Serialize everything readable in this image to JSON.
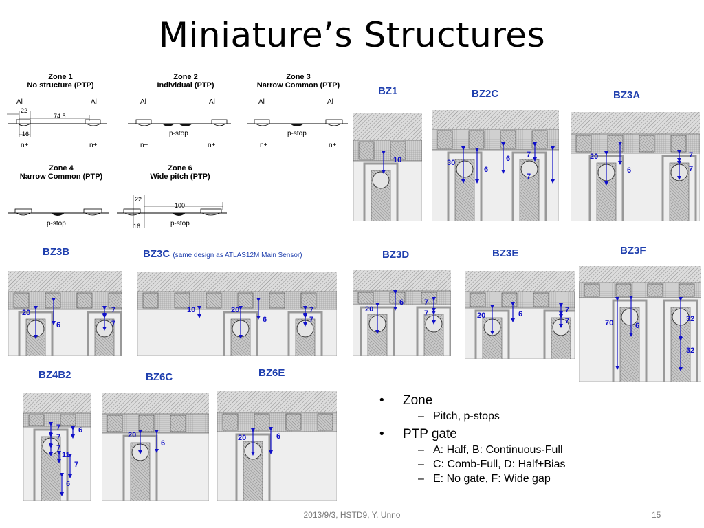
{
  "slide": {
    "title": "Miniature’s Structures",
    "footer": "2013/9/3, HSTD9, Y. Unno",
    "page_number": "15"
  },
  "zones": [
    {
      "title": "Zone 1",
      "subtitle": "No structure (PTP)"
    },
    {
      "title": "Zone 2",
      "subtitle": "Individual (PTP)"
    },
    {
      "title": "Zone 3",
      "subtitle": "Narrow Common (PTP)"
    },
    {
      "title": "Zone 4",
      "subtitle": "Narrow Common (PTP)"
    },
    {
      "title": "Zone 6",
      "subtitle": "Wide pitch (PTP)"
    }
  ],
  "zone_labels": {
    "al": "Al",
    "nplus": "n+",
    "pstop": "p-stop",
    "dim_22": "22",
    "dim_745": "74.5",
    "dim_16": "16",
    "dim_100": "100"
  },
  "bz": {
    "bz1": {
      "label": "BZ1",
      "dims": [
        "10"
      ]
    },
    "bz2c": {
      "label": "BZ2C",
      "dims": [
        "30",
        "6",
        "6",
        "7",
        "7"
      ]
    },
    "bz3a": {
      "label": "BZ3A",
      "dims": [
        "20",
        "6",
        "7",
        "7"
      ]
    },
    "bz3b": {
      "label": "BZ3B",
      "dims": [
        "20",
        "6",
        "7",
        "7"
      ]
    },
    "bz3c": {
      "label": "BZ3C",
      "note": "(same design as ATLAS12M Main Sensor)",
      "dims": [
        "10",
        "20",
        "6",
        "7",
        "7"
      ]
    },
    "bz3d": {
      "label": "BZ3D",
      "dims": [
        "20",
        "6",
        "7",
        "7"
      ]
    },
    "bz3e": {
      "label": "BZ3E",
      "dims": [
        "20",
        "6",
        "7",
        "7"
      ]
    },
    "bz3f": {
      "label": "BZ3F",
      "dims": [
        "70",
        "6",
        "32",
        "32"
      ]
    },
    "bz4b2": {
      "label": "BZ4B2",
      "dims": [
        "7",
        "7",
        "7",
        "11",
        "7",
        "6",
        "6"
      ]
    },
    "bz6c": {
      "label": "BZ6C",
      "dims": [
        "20",
        "6"
      ]
    },
    "bz6e": {
      "label": "BZ6E",
      "dims": [
        "20",
        "6"
      ]
    }
  },
  "bullets": {
    "b1": "Zone",
    "b1_1": "Pitch, p-stops",
    "b2": "PTP gate",
    "b2_1": "A: Half, B: Continuous-Full",
    "b2_2": "C: Comb-Full, D: Half+Bias",
    "b2_3": "E: No gate, F: Wide gap"
  },
  "colors": {
    "bz_label": "#1f3fae",
    "dim_blue": "#1010c8"
  }
}
